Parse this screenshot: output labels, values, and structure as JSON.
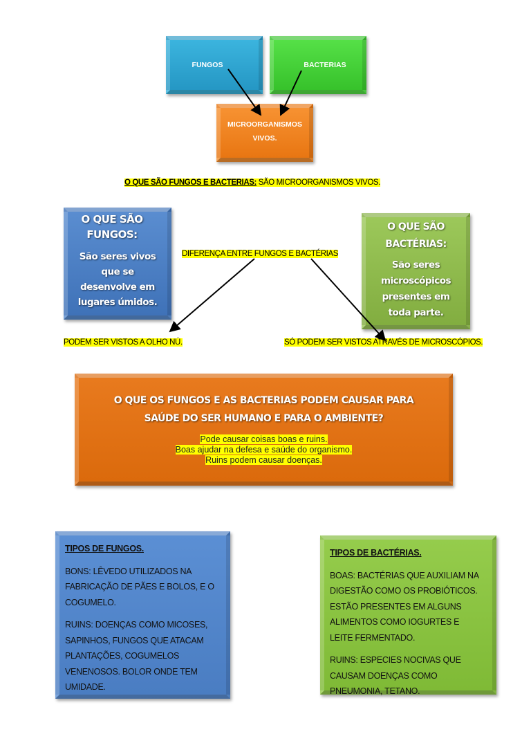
{
  "top": {
    "fungos": "FUNGOS",
    "bacterias": "BACTERIAS",
    "micro_lines": [
      "MICROORGANISMOS",
      "VIVOS."
    ]
  },
  "definition": {
    "question": "O QUE SÃO FUNGOS E BACTERIAS:",
    "answer": " SÃO MICROORGANISMOS VIVOS."
  },
  "fungos_box": {
    "title_lines": [
      "O QUE SÃO",
      "FUNGOS:"
    ],
    "body_lines": [
      "São seres vivos",
      "que se",
      "desenvolve em",
      "lugares úmidos."
    ]
  },
  "bacterias_box": {
    "title_lines": [
      "O QUE SÃO",
      "BACTÉRIAS:"
    ],
    "body_lines": [
      "São seres",
      "microscópicos",
      "presentes em",
      "toda parte."
    ]
  },
  "difference": {
    "label": "DIFERENÇA ENTRE FUNGOS E BACTÉRIAS",
    "left": "PODEM SER VISTOS A OLHO NÚ.",
    "right": "SÓ PODEM SER VISTOS ATRAVÉS DE MICROSCÓPIOS."
  },
  "health": {
    "title_lines": [
      "O QUE OS FUNGOS E AS BACTERIAS PODEM CAUSAR PARA",
      "SAÚDE DO SER HUMANO E PARA O AMBIENTE?"
    ],
    "answer_lines": [
      "Pode causar coisas boas e ruins.",
      "Boas ajudar na defesa e saúde do organismo.",
      "Ruins podem causar doenças."
    ]
  },
  "tipos_fungos": {
    "title": "TIPOS DE FUNGOS.",
    "bons": [
      "BONS: LÊVEDO UTILIZADOS NA",
      "FABRICAÇÃO DE PÃES E BOLOS, E O",
      "COGUMELO."
    ],
    "ruins": [
      "RUINS: DOENÇAS COMO MICOSES,",
      "SAPINHOS, FUNGOS QUE ATACAM",
      "PLANTAÇÕES, COGUMELOS",
      "VENENOSOS. BOLOR ONDE TEM",
      "UMIDADE."
    ]
  },
  "tipos_bacterias": {
    "title": "TIPOS DE BACTÉRIAS.",
    "boas": [
      "BOAS: BACTÉRIAS QUE AUXILIAM NA",
      "DIGESTÃO COMO OS PROBIÓTICOS.",
      "ESTÃO PRESENTES EM ALGUNS",
      "ALIMENTOS COMO IOGURTES E",
      "LEITE FERMENTADO."
    ],
    "ruins": [
      "RUINS: ESPECIES NOCIVAS QUE",
      "CAUSAM DOENÇAS COMO",
      "PNEUMONIA, TETANO."
    ]
  },
  "colors": {
    "cyan": "#2aa9d6",
    "green": "#46d63a",
    "orange": "#f0821e",
    "blue": "#4f82c6",
    "olive": "#8fbc4a",
    "dark_orange": "#e06c10",
    "highlight": "#ffff00"
  }
}
